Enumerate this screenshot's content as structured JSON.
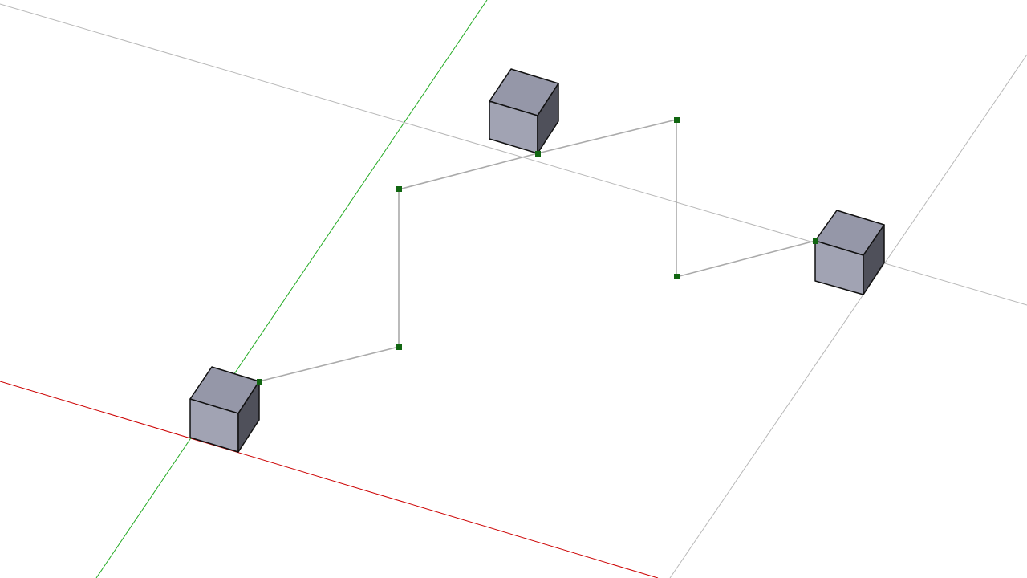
{
  "viewport": {
    "background": "#ffffff",
    "axis_colors": {
      "red_axis": "#cc0000",
      "green_axis": "#22aa22",
      "guide": "#b8b8b8"
    },
    "path_color": "#aaaaaa",
    "vertex_color": "#116611",
    "cube_colors": {
      "top": "#9597a8",
      "front": "#a1a3b3",
      "side": "#4f505a",
      "edge": "#111111"
    }
  },
  "objects": {
    "cubes": [
      {
        "name": "cube-left"
      },
      {
        "name": "cube-top"
      },
      {
        "name": "cube-right"
      }
    ],
    "path_vertices_count": 7
  }
}
